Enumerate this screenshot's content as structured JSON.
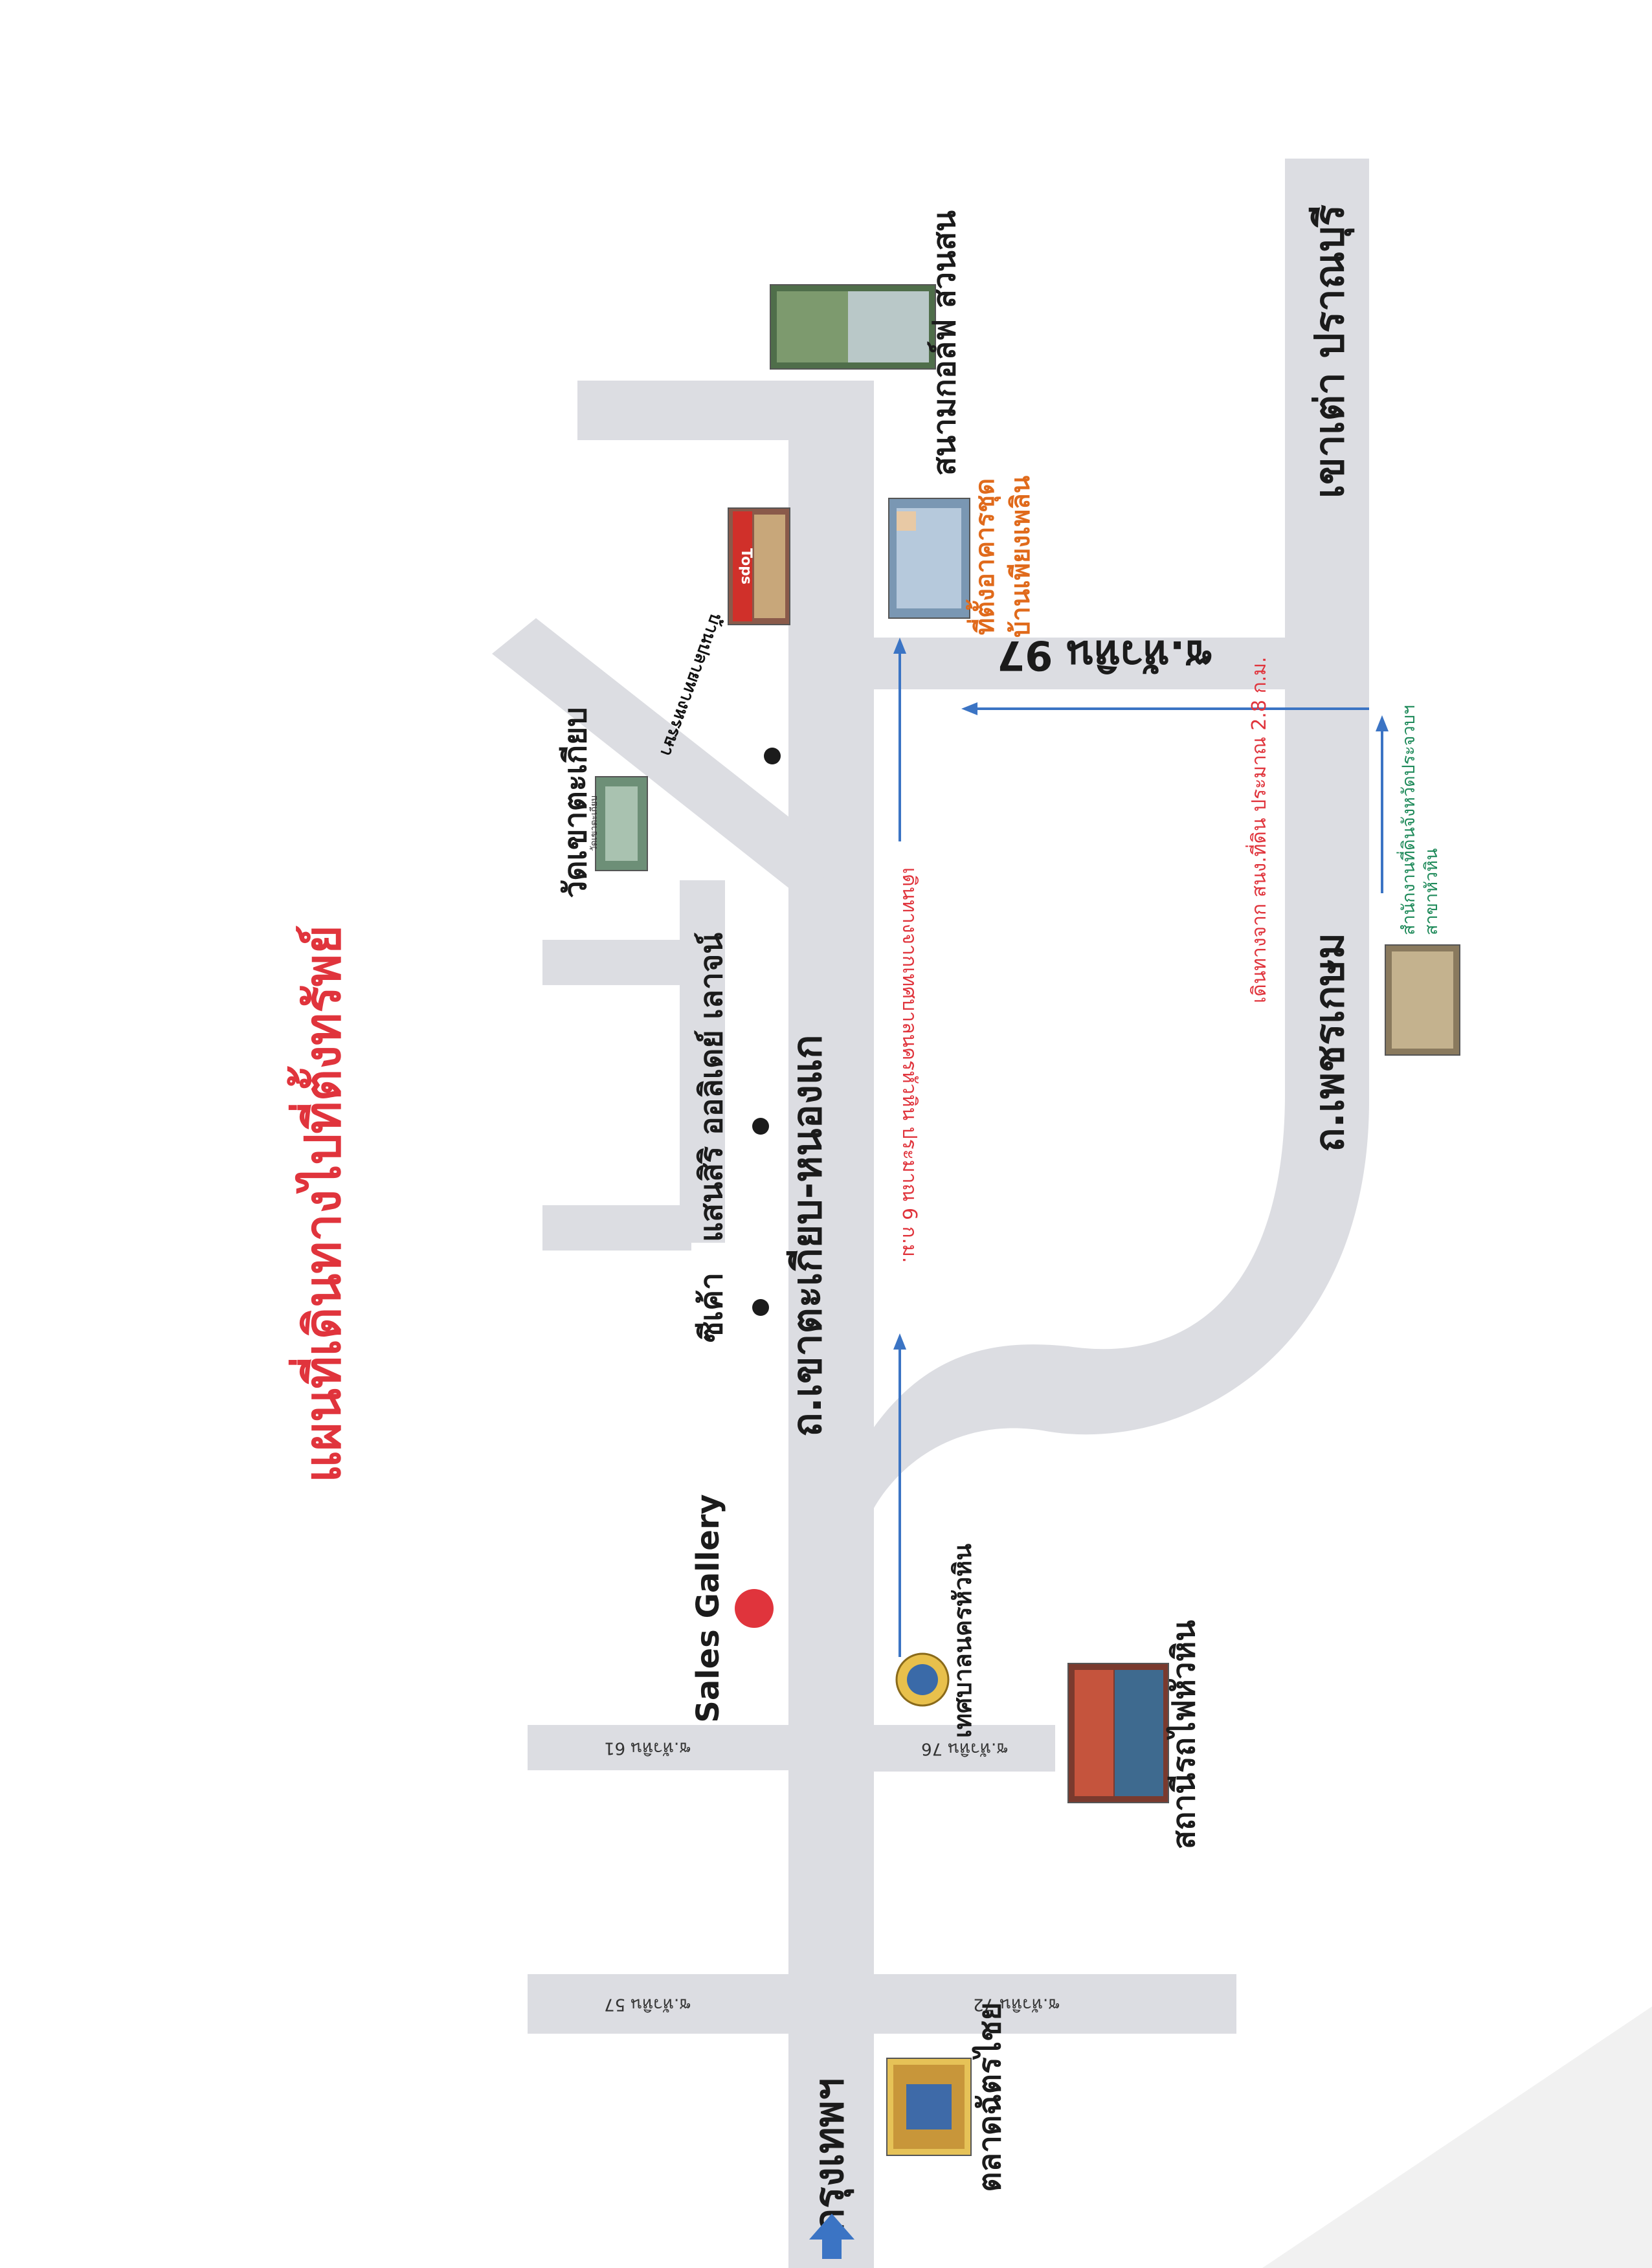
{
  "title": "แผนที่เดินทางไปที่ตั้งทรัพย์",
  "roads": {
    "main_road": "ถ.เขาตะเกียบ-หนองแก",
    "highway": "ถ.เพชรเกษม",
    "top_road": "เขาเต่า ปราณบุรี",
    "soi_97": "ซ.หัวหิน 97",
    "soi_61": "ซ.หัวหิน 61",
    "soi_57": "ซ.หัวหิน 57",
    "soi_76": "ซ.หัวหิน 76",
    "soi_72": "ซ.หัวหิน 72",
    "bangkok": "กรุงเทพฯ"
  },
  "landmarks": {
    "sales_gallery": "Sales Gallery",
    "cdc": "ซีเค้า",
    "lansiri": "แสนสิริ ออลิเดย์ เลาจน์",
    "wat": "วัดเขาตะเกียบ",
    "wat_photo_caption": "วัดเขาตะเกียบ",
    "mansion": "บ้านปลายทางหรรษา",
    "tops": "Tops",
    "golf": "สนามกอล์ฟ สวนสน",
    "property_line1": "ที่ตั้งอาคารชุด",
    "property_line2": "บ้านเพียงเพลิน",
    "municipality": "เทศบาลนครหัวหิน",
    "station": "สถานีรถไฟหัวหิน",
    "market": "ตลาดฉัตรไชย",
    "land_office_line1": "สำนักงานที่ดินจังหวัดประจวบฯ",
    "land_office_line2": "สาขาหัวหิน"
  },
  "routes": {
    "from_municipality": "เดินทางจากเทศบาลนครหัวหิน ประมาณ 6 ก.ม.",
    "from_land_office": "เดินทางจาก สนง.ที่ดิน ประมาณ 2.8 ก.ม."
  },
  "colors": {
    "road": "#dcdde2",
    "route": "#3b74c4",
    "title": "#e0343c",
    "sales_dot": "#e0343c"
  }
}
